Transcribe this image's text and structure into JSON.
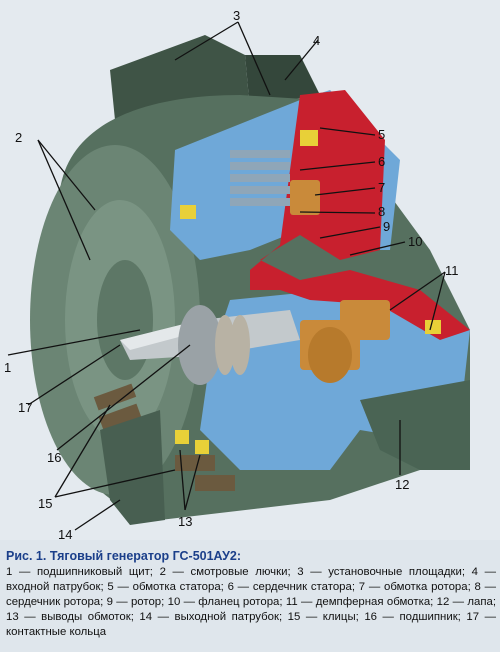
{
  "figure": {
    "title": "Рис. 1. Тяговый генератор ГС-501АУ2:",
    "legend_text": "1 — подшипниковый щит; 2 — смотровые лючки; 3 — установочные площадки; 4 — входной патрубок; 5 — обмотка статора; 6 — сердечник статора; 7 — обмотка ротора; 8 — сердечник ротора; 9 — ротор; 10 — фланец ротора; 11 — демпферная обмотка; 12 — лапа; 13 — выводы обмоток; 14 — выходной патрубок; 15 — клицы; 16 — подшипник; 17 — контактные кольца",
    "callouts": [
      "1",
      "2",
      "3",
      "4",
      "5",
      "6",
      "7",
      "8",
      "9",
      "10",
      "11",
      "12",
      "13",
      "14",
      "15",
      "16",
      "17"
    ]
  },
  "colors": {
    "housing": "#56705f",
    "housing_dark": "#34473b",
    "cutaway_blue": "#6fa8d8",
    "rotor_red": "#c8202e",
    "copper": "#c98a3a",
    "yellow_terminals": "#e8d038",
    "caption_title": "#1b3f8a"
  }
}
